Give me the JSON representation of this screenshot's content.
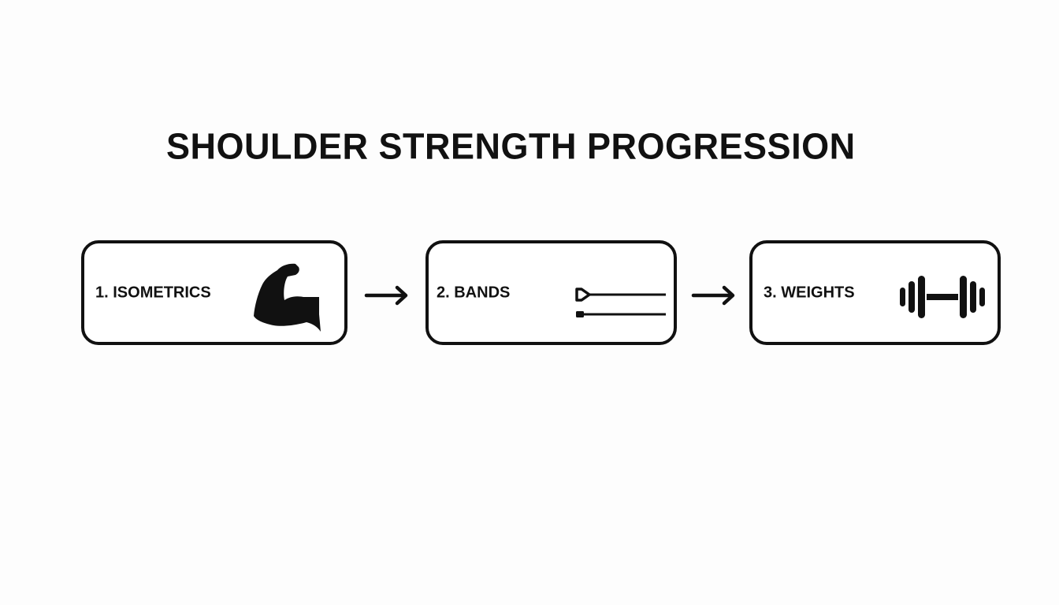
{
  "title": "SHOULDER STRENGTH PROGRESSION",
  "steps": [
    {
      "label": "1. ISOMETRICS",
      "icon": "flexed-bicep-icon"
    },
    {
      "label": "2. BANDS",
      "icon": "resistance-band-icon"
    },
    {
      "label": "3. WEIGHTS",
      "icon": "dumbbell-icon"
    }
  ],
  "connectors": [
    "arrow-right-icon",
    "arrow-right-icon"
  ],
  "colors": {
    "stroke": "#111111",
    "background": "#fdfdfd"
  }
}
